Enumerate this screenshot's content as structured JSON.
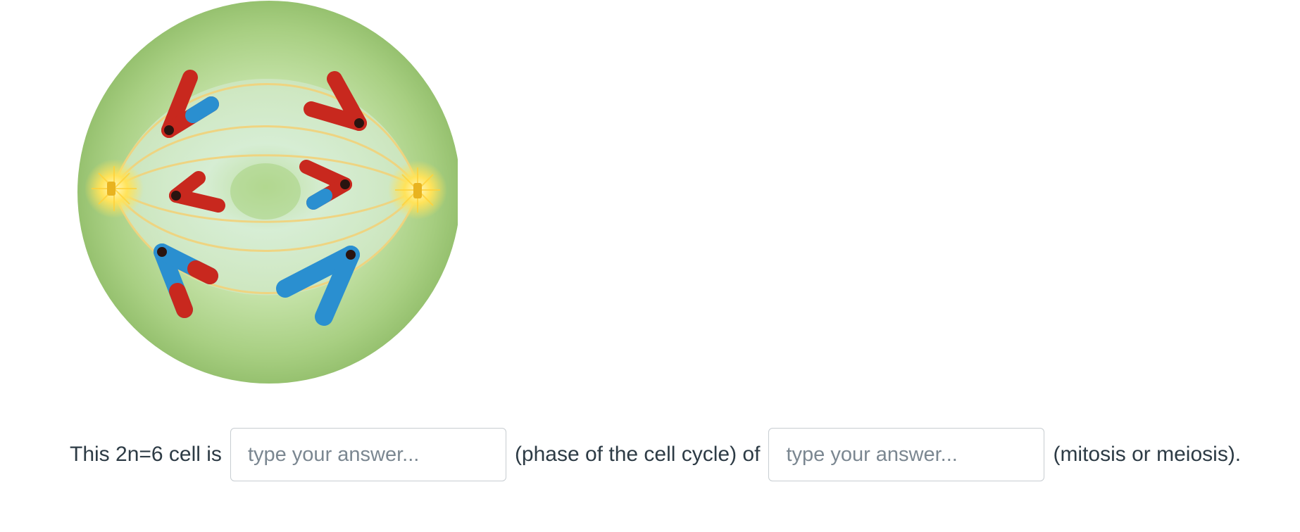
{
  "question": {
    "prefix": "This 2n=6 cell is",
    "middle": "(phase of the cell cycle) of",
    "suffix": "(mitosis or meiosis).",
    "answer1": {
      "value": "",
      "placeholder": "type your answer..."
    },
    "answer2": {
      "value": "",
      "placeholder": "type your answer..."
    }
  },
  "colors": {
    "text": "#2d3b45",
    "placeholder": "#7b8791",
    "input_border": "#c7cdd1",
    "cell_green": "#a8cf82",
    "chromosome_red": "#c8281e",
    "chromosome_blue": "#2a8fd0",
    "centrosome_yellow": "#ffd23a"
  }
}
